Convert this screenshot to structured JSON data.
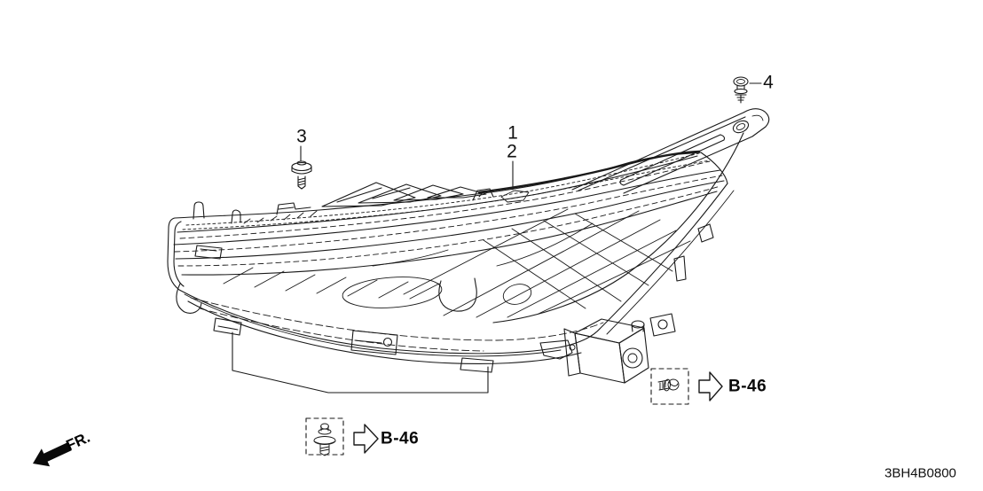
{
  "colors": {
    "background": "#ffffff",
    "line": "#1a1a1a"
  },
  "callouts": {
    "c1": {
      "label": "1"
    },
    "c2": {
      "label": "2"
    },
    "c3": {
      "label": "3",
      "icon": "bolt-icon"
    },
    "c4": {
      "label": "4",
      "icon": "clip-icon"
    }
  },
  "cross_references": {
    "right": {
      "label": "B-46",
      "icon": "screw-icon"
    },
    "bottom": {
      "label": "B-46",
      "icon": "bolt-icon"
    }
  },
  "direction": {
    "label": "FR.",
    "icon": "front-direction-arrow-icon"
  },
  "diagram_code": "3BH4B0800"
}
